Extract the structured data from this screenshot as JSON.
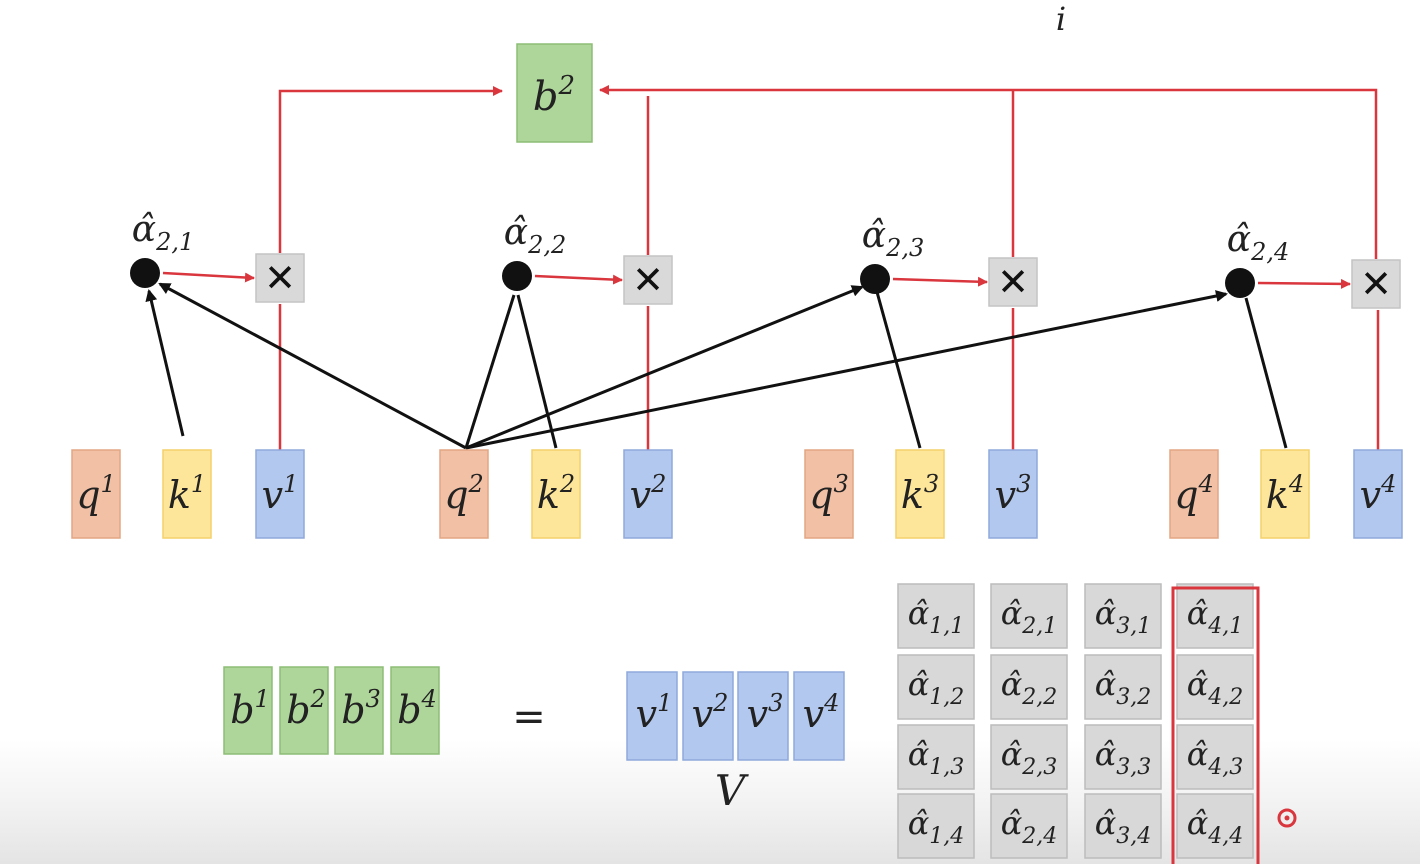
{
  "corner_label": "i",
  "output_node": {
    "base": "b",
    "sup": "2"
  },
  "attention_scores": [
    {
      "base": "α̂",
      "sub": "2,1"
    },
    {
      "base": "α̂",
      "sub": "2,2"
    },
    {
      "base": "α̂",
      "sub": "2,3"
    },
    {
      "base": "α̂",
      "sub": "2,4"
    }
  ],
  "multiply_symbol": "✕",
  "vector_groups": [
    {
      "q": {
        "base": "q",
        "sup": "1"
      },
      "k": {
        "base": "k",
        "sup": "1"
      },
      "v": {
        "base": "v",
        "sup": "1"
      }
    },
    {
      "q": {
        "base": "q",
        "sup": "2"
      },
      "k": {
        "base": "k",
        "sup": "2"
      },
      "v": {
        "base": "v",
        "sup": "2"
      }
    },
    {
      "q": {
        "base": "q",
        "sup": "3"
      },
      "k": {
        "base": "k",
        "sup": "3"
      },
      "v": {
        "base": "v",
        "sup": "3"
      }
    },
    {
      "q": {
        "base": "q",
        "sup": "4"
      },
      "k": {
        "base": "k",
        "sup": "4"
      },
      "v": {
        "base": "v",
        "sup": "4"
      }
    }
  ],
  "equation": {
    "lhs": [
      {
        "base": "b",
        "sup": "1"
      },
      {
        "base": "b",
        "sup": "2"
      },
      {
        "base": "b",
        "sup": "3"
      },
      {
        "base": "b",
        "sup": "4"
      }
    ],
    "equals": "=",
    "v_matrix": [
      {
        "base": "v",
        "sup": "1"
      },
      {
        "base": "v",
        "sup": "2"
      },
      {
        "base": "v",
        "sup": "3"
      },
      {
        "base": "v",
        "sup": "4"
      }
    ],
    "v_matrix_label": "V"
  },
  "alpha_matrix": [
    [
      "1,1",
      "2,1",
      "3,1",
      "4,1"
    ],
    [
      "1,2",
      "2,2",
      "3,2",
      "4,2"
    ],
    [
      "1,3",
      "2,3",
      "3,3",
      "4,3"
    ],
    [
      "1,4",
      "2,4",
      "3,4",
      "4,4"
    ]
  ],
  "alpha_symbol": "α̂",
  "highlighted_column": 3,
  "colors": {
    "q": "#f2c0a4",
    "q_border": "#e3a584",
    "k": "#fde69a",
    "k_border": "#f4d06a",
    "v": "#b2c8ee",
    "v_border": "#8fa9dc",
    "b": "#aed69a",
    "b_border": "#8dbd76",
    "matrix_cell": "#d8d8d8",
    "matrix_border": "#bcbcbc",
    "red": "#d9363e",
    "black": "#111111",
    "multiply_box": "#d9d9d9"
  }
}
